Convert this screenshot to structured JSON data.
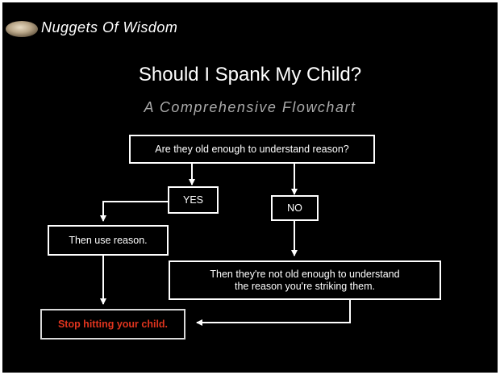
{
  "header": {
    "brand_text": "Nuggets Of Wisdom",
    "logo_icon": "oval-stone-logo"
  },
  "slide": {
    "title": "Should I Spank My Child?",
    "subtitle": "A Comprehensive Flowchart"
  },
  "flowchart": {
    "question": "Are they old enough to understand reason?",
    "yes": "YES",
    "no": "NO",
    "use_reason": "Then use reason.",
    "not_old_enough": "Then they're not old enough to understand\nthe reason you're striking them.",
    "conclusion": "Stop hitting your child."
  },
  "colors": {
    "background": "#000000",
    "text": "#ffffff",
    "subtitle": "#a9a9a9",
    "conclusion_text": "#e0341e"
  }
}
